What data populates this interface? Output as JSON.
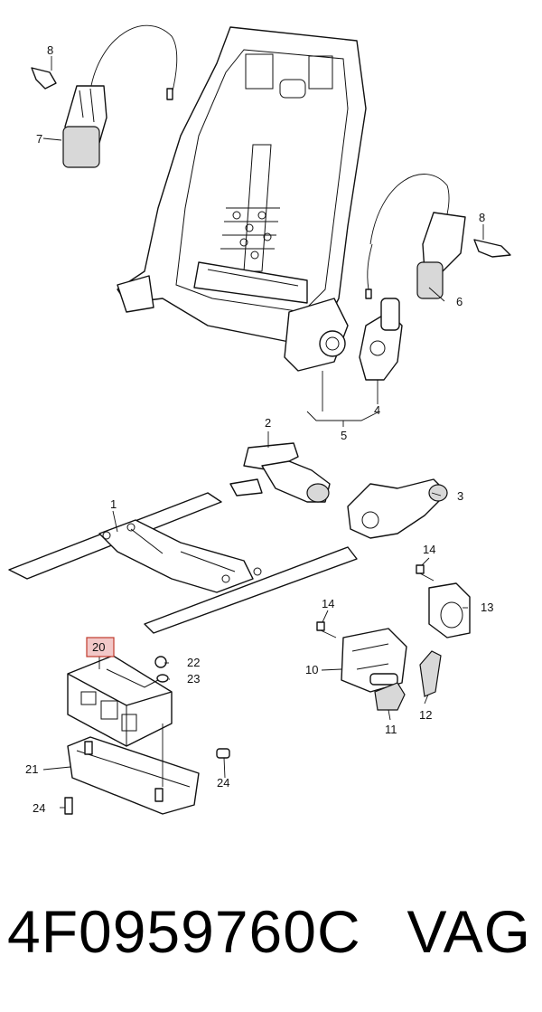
{
  "diagram": {
    "callouts": [
      "8",
      "7",
      "8",
      "6",
      "4",
      "5",
      "2",
      "3",
      "1",
      "14",
      "13",
      "14",
      "20",
      "22",
      "23",
      "10",
      "12",
      "11",
      "21",
      "24",
      "24"
    ],
    "highlighted_callout": "20",
    "highlight_color": "#c0392b"
  },
  "footer": {
    "part_number": "4F0959760C",
    "brand": "VAG"
  }
}
